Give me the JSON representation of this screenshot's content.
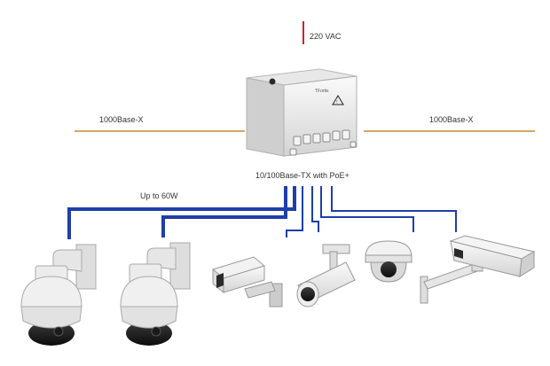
{
  "power": {
    "label": "220 VAC",
    "line_color": "#cc2222"
  },
  "fiber": {
    "left_label": "1000Base-X",
    "right_label": "1000Base-X",
    "line_color": "#d9a569"
  },
  "switch": {
    "brand_text": "TFortis"
  },
  "copper": {
    "label": "10/100Base-TX with PoE+",
    "budget_label": "Up to 60W",
    "high_power_color": "#1f3fa8",
    "standard_color": "#1f3fa8"
  },
  "cameras": [
    {
      "type": "ptz-dome-camera"
    },
    {
      "type": "ptz-dome-camera"
    },
    {
      "type": "box-camera"
    },
    {
      "type": "bullet-camera"
    },
    {
      "type": "fixed-dome-camera"
    },
    {
      "type": "housing-camera"
    }
  ]
}
